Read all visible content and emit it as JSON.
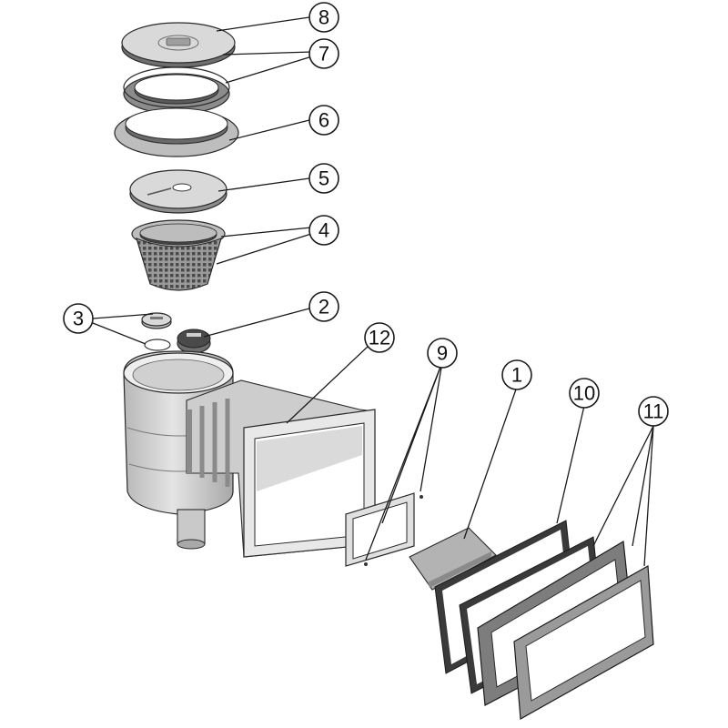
{
  "callouts": [
    {
      "id": "8",
      "label": "8"
    },
    {
      "id": "7",
      "label": "7"
    },
    {
      "id": "6",
      "label": "6"
    },
    {
      "id": "5",
      "label": "5"
    },
    {
      "id": "4",
      "label": "4"
    },
    {
      "id": "3",
      "label": "3"
    },
    {
      "id": "2",
      "label": "2"
    },
    {
      "id": "12",
      "label": "12"
    },
    {
      "id": "9",
      "label": "9"
    },
    {
      "id": "1",
      "label": "1"
    },
    {
      "id": "10",
      "label": "10"
    },
    {
      "id": "11",
      "label": "11"
    }
  ]
}
